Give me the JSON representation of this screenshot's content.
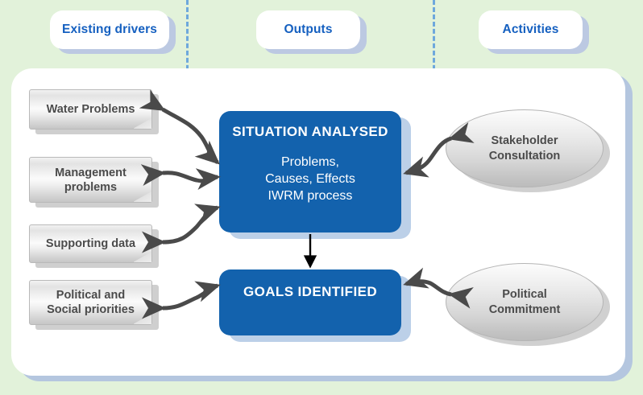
{
  "meta": {
    "title": "IWRM Situation Analysis and Goal Setting Flow Diagram",
    "background_color": "#e2f2da",
    "panel_color": "#ffffff",
    "accent_blue": "#1362ad",
    "tab_text_color": "#1560c0",
    "box_text_color": "#4b4b4b",
    "divider_color": "#6ea8dc"
  },
  "header": {
    "tabs": [
      {
        "label": "Existing  drivers"
      },
      {
        "label": "Outputs"
      },
      {
        "label": "Activities"
      }
    ]
  },
  "columns": {
    "existing_drivers": {
      "items": [
        {
          "label": "Water Problems"
        },
        {
          "label": "Management\nproblems"
        },
        {
          "label": "Supporting data"
        },
        {
          "label": "Political and\nSocial priorities"
        }
      ]
    },
    "outputs": {
      "items": [
        {
          "title": "SITUATION ANALYSED",
          "body": "Problems,\nCauses, Effects\nIWRM process"
        },
        {
          "title": "GOALS IDENTIFIED",
          "body": ""
        }
      ]
    },
    "activities": {
      "items": [
        {
          "label": "Stakeholder\nConsultation"
        },
        {
          "label": "Political\nCommitment"
        }
      ]
    }
  },
  "connectors": {
    "flow_down_label": "situation-to-goals-arrow",
    "bidirectional_count": 6
  }
}
